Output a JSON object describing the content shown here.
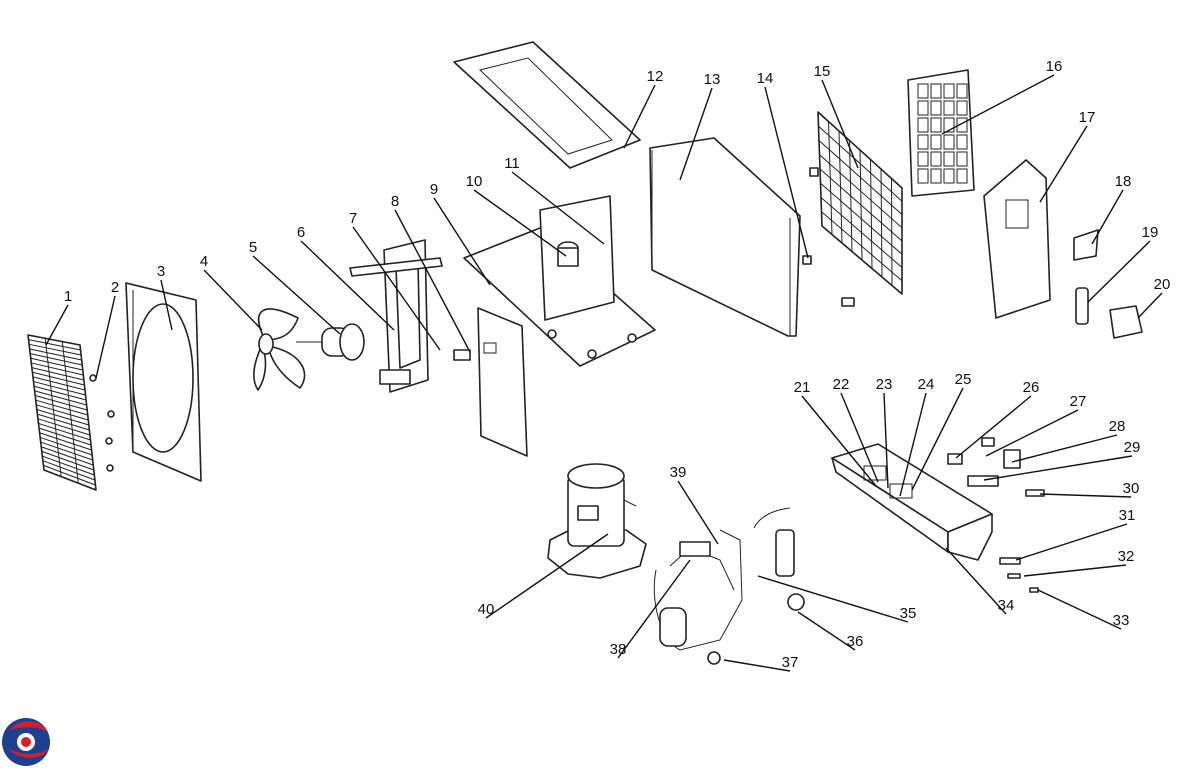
{
  "callouts": [
    "1",
    "2",
    "3",
    "4",
    "5",
    "6",
    "7",
    "8",
    "9",
    "10",
    "11",
    "12",
    "13",
    "14",
    "15",
    "16",
    "17",
    "18",
    "19",
    "20",
    "21",
    "22",
    "23",
    "24",
    "25",
    "26",
    "27",
    "28",
    "29",
    "30",
    "31",
    "32",
    "33",
    "34",
    "35",
    "36",
    "37",
    "38",
    "39",
    "40"
  ],
  "colors": {
    "line": "#222222",
    "logo_blue": "#1f3f93",
    "logo_red": "#d81f26"
  },
  "logo": {
    "icon": "brand-logo-icon"
  }
}
